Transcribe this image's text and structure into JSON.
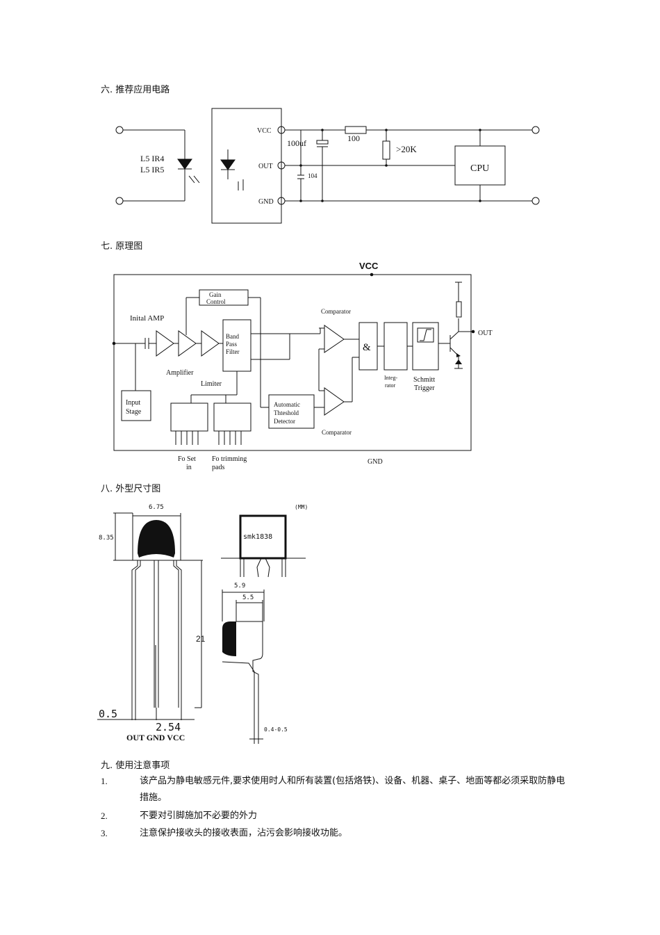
{
  "sections": {
    "s6": "六. 推荐应用电路",
    "s7": "七. 原理图",
    "s8": "八. 外型尺寸图",
    "s9": "九. 使用注意事项"
  },
  "app_circuit": {
    "emitter_line1": "L5  IR4",
    "emitter_line2": "L5  IR5",
    "pin_vcc": "VCC",
    "pin_out": "OUT",
    "pin_gnd": "GND",
    "cap1": "100uf",
    "cap2": "104",
    "r1": "100",
    "r2": ">20K",
    "cpu": "CPU"
  },
  "block_diagram": {
    "vcc": "VCC",
    "gnd": "GND",
    "initial_amp": "Inital AMP",
    "amplifier": "Amplifier",
    "limiter": "Limiter",
    "gain_control_1": "Gain",
    "gain_control_2": "Control",
    "bpf_1": "Band",
    "bpf_2": "Pass",
    "bpf_3": "Filter",
    "comparator_top": "Comparator",
    "comparator_bottom": "Comparator",
    "and_gate": "&",
    "integrator_1": "Integ-",
    "integrator_2": "rator",
    "schmitt_1": "Schmitt",
    "schmitt_2": "Trigger",
    "out": "OUT",
    "input_stage_1": "Input",
    "input_stage_2": "Stage",
    "atd_1": "Automatic",
    "atd_2": "Thteshold",
    "atd_3": "Detector",
    "fo_set_1": "Fo Set",
    "fo_set_2": "in",
    "fo_trim_1": "Fo trimming",
    "fo_trim_2": "pads"
  },
  "dimensions": {
    "unit": "(MM)",
    "width": "6.75",
    "height": "8.35",
    "lead_length": "21",
    "lead_width": "0.5",
    "pitch": "2.54",
    "pins": "OUT GND VCC",
    "marking": "smk1838",
    "side_1": "5.9",
    "side_2": "5.5",
    "lead_thickness": "0.4-0.5"
  },
  "notes": [
    {
      "num": "1.",
      "text": "该产品为静电敏感元件,要求使用时人和所有装置(包括烙铁)、设备、机器、桌子、地面等都必须采取防静电措施。"
    },
    {
      "num": "2.",
      "text": "不要对引脚施加不必要的外力"
    },
    {
      "num": "3.",
      "text": "注意保护接收头的接收表面，沾污会影响接收功能。"
    }
  ]
}
